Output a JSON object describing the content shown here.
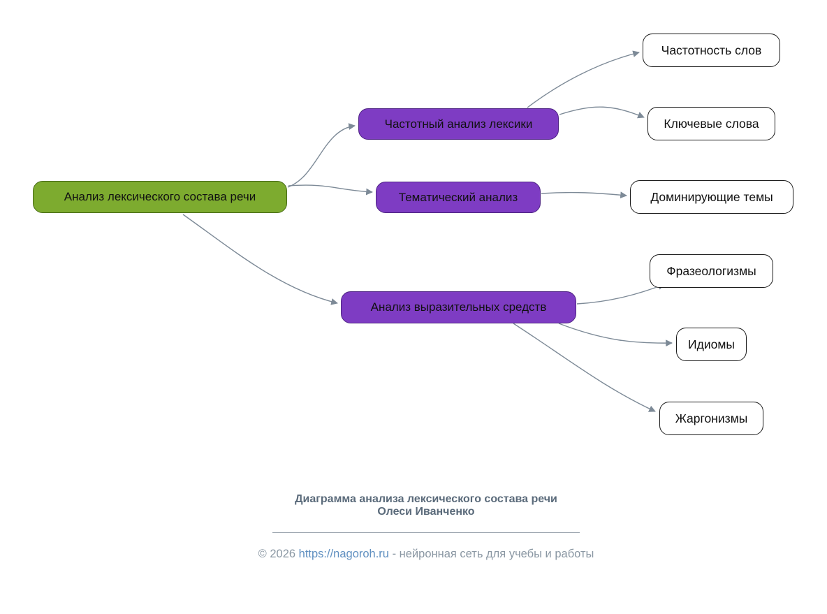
{
  "diagram": {
    "root": {
      "label": "Анализ лексического состава речи"
    },
    "branches": [
      {
        "label": "Частотный анализ лексики",
        "children": [
          {
            "label": "Частотность слов"
          },
          {
            "label": "Ключевые слова"
          }
        ]
      },
      {
        "label": "Тематический анализ",
        "children": [
          {
            "label": "Доминирующие темы"
          }
        ]
      },
      {
        "label": "Анализ выразительных средств",
        "children": [
          {
            "label": "Фразеологизмы"
          },
          {
            "label": "Идиомы"
          },
          {
            "label": "Жаргонизмы"
          }
        ]
      }
    ],
    "colors": {
      "root_fill": "#7dab2f",
      "root_border": "#476b15",
      "branch_fill": "#7e3cc3",
      "branch_border": "#4e2483",
      "leaf_fill": "#ffffff",
      "leaf_border": "#1a1a1a",
      "edge": "#7d8a97"
    }
  },
  "footer": {
    "title_line1": "Диаграмма анализа лексического состава речи",
    "title_line2": "Олеси Иванченко",
    "copyright_prefix": "© 2026 ",
    "url": "https://nagoroh.ru",
    "copyright_suffix": " - нейронная сеть для учебы и работы"
  }
}
